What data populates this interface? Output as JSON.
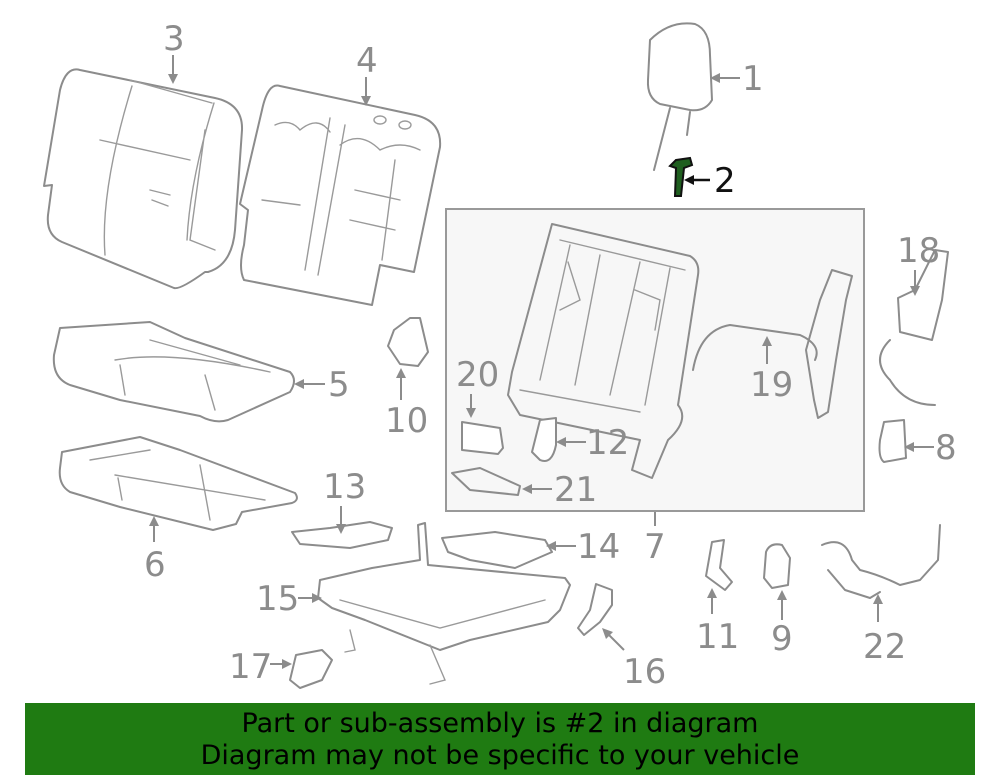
{
  "diagram": {
    "callouts": [
      "1",
      "2",
      "3",
      "4",
      "5",
      "6",
      "7",
      "8",
      "9",
      "10",
      "11",
      "12",
      "13",
      "14",
      "15",
      "16",
      "17",
      "18",
      "19",
      "20",
      "21",
      "22"
    ],
    "highlighted_part": "2",
    "colors": {
      "banner_bg": "#1f7b12",
      "highlight": "#111111",
      "linework": "#8c8c8c"
    }
  },
  "banner": {
    "line1": "Part or sub-assembly is #2 in diagram",
    "line2": "Diagram may not be specific to your vehicle"
  }
}
